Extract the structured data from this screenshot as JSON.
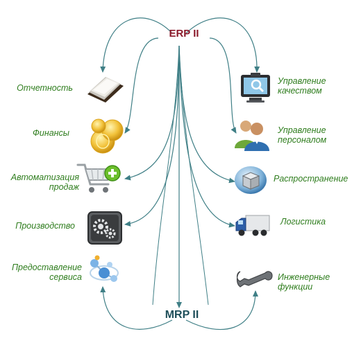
{
  "hubs": {
    "top": "ERP II",
    "bottom": "MRP II"
  },
  "left_items": [
    {
      "id": "reporting",
      "lines": [
        "Отчетность"
      ],
      "icon": "folder-icon"
    },
    {
      "id": "finance",
      "lines": [
        "Финансы"
      ],
      "icon": "coins-icon"
    },
    {
      "id": "sales",
      "lines": [
        "Автоматизация",
        "продаж"
      ],
      "icon": "shopping-cart-icon"
    },
    {
      "id": "production",
      "lines": [
        "Производство"
      ],
      "icon": "gears-icon"
    },
    {
      "id": "service",
      "lines": [
        "Предоставление",
        "сервиса"
      ],
      "icon": "network-icon"
    }
  ],
  "right_items": [
    {
      "id": "quality",
      "lines": [
        "Управление",
        "качеством"
      ],
      "icon": "monitor-magnifier-icon"
    },
    {
      "id": "hr",
      "lines": [
        "Управление",
        "персоналом"
      ],
      "icon": "people-icon"
    },
    {
      "id": "distribution",
      "lines": [
        "Распространение"
      ],
      "icon": "box-icon"
    },
    {
      "id": "logistics",
      "lines": [
        "Логистика"
      ],
      "icon": "truck-icon"
    },
    {
      "id": "engineering",
      "lines": [
        "Инженерные",
        "функции"
      ],
      "icon": "wrench-icon"
    }
  ],
  "colors": {
    "arrow": "#3f7f86",
    "label": "#2f7d1e",
    "top_hub": "#8b1a2b",
    "bottom_hub": "#1f4f5a"
  }
}
